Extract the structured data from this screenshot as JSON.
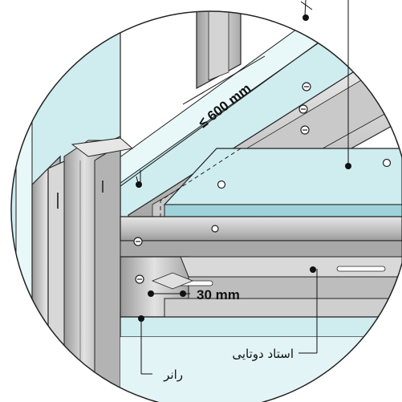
{
  "diagram": {
    "labels": {
      "spacing": "≤ 600 mm",
      "overlap": "30 mm",
      "double_stud": "استاد دوتایی",
      "runner": "رانر"
    },
    "colors": {
      "board": "#cfecef",
      "board_edge": "#e8f7f8",
      "steel_light": "#d4d4d4",
      "steel_mid": "#b3b3b3",
      "steel_dark": "#8c8c8c",
      "outline": "#222222",
      "background": "#ffffff"
    }
  }
}
